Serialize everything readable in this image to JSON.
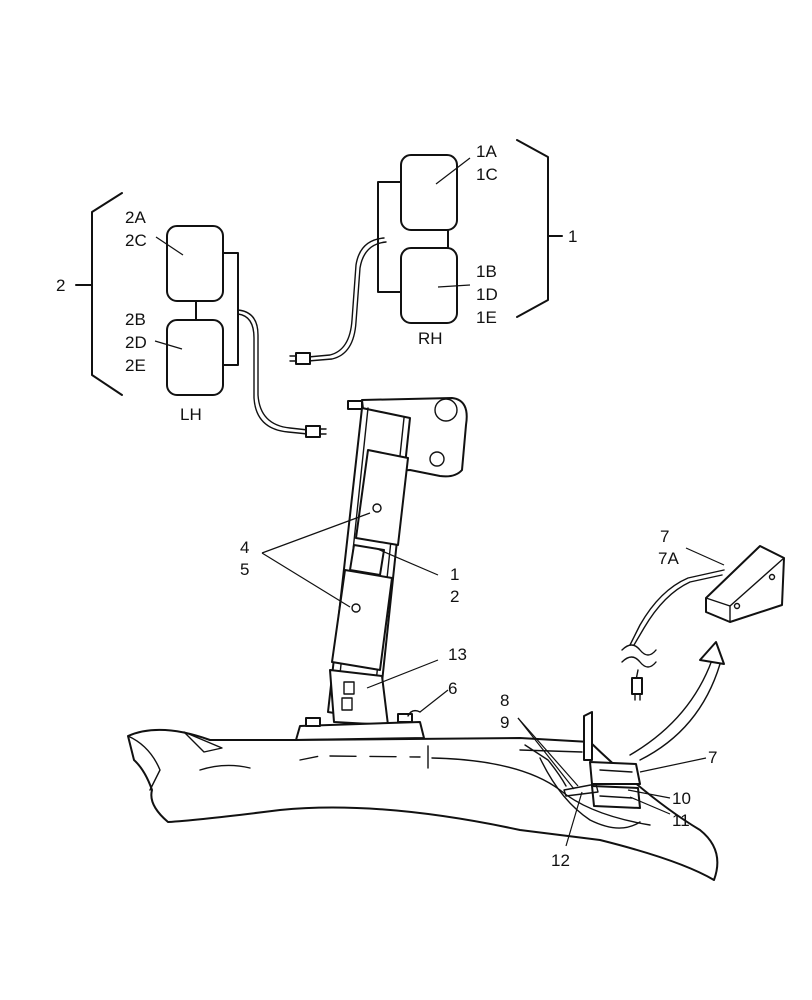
{
  "callouts": {
    "c1a": "1A",
    "c1c": "1C",
    "c1b": "1B",
    "c1d": "1D",
    "c1e": "1E",
    "c1": "1",
    "c2a": "2A",
    "c2c": "2C",
    "c2b": "2B",
    "c2d": "2D",
    "c2e": "2E",
    "c2": "2",
    "rh": "RH",
    "lh": "LH",
    "c4": "4",
    "c5": "5",
    "c1b2": "1",
    "c2b2": "2",
    "c13": "13",
    "c6": "6",
    "c7top": "7",
    "c7a": "7A",
    "c8": "8",
    "c9": "9",
    "c7": "7",
    "c10": "10",
    "c11": "11",
    "c12": "12"
  }
}
